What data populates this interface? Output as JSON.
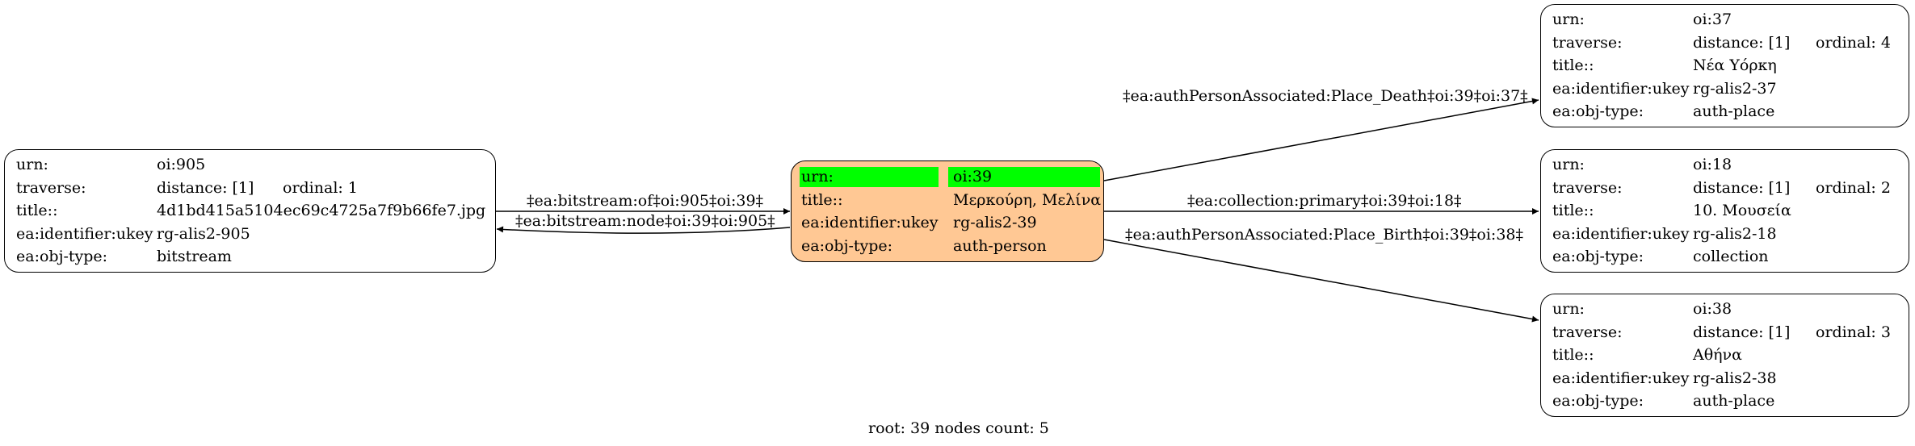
{
  "nodes": {
    "n905": {
      "urn_label": "urn:",
      "urn": "oi:905",
      "traverse_label": "traverse:",
      "distance": "distance: [1]",
      "ordinal": "ordinal: 1",
      "title_label": "title::",
      "title": "4d1bd415a5104ec69c4725a7f9b66fe7.jpg",
      "ukey_label": "ea:identifier:ukey",
      "ukey": "rg-alis2-905",
      "type_label": "ea:obj-type:",
      "type": "bitstream"
    },
    "n39": {
      "urn_label": "urn:",
      "urn": "oi:39",
      "title_label": "title::",
      "title": "Μερκούρη, Μελίνα",
      "ukey_label": "ea:identifier:ukey",
      "ukey": "rg-alis2-39",
      "type_label": "ea:obj-type:",
      "type": "auth-person"
    },
    "n37": {
      "urn_label": "urn:",
      "urn": "oi:37",
      "traverse_label": "traverse:",
      "distance": "distance: [1]",
      "ordinal": "ordinal: 4",
      "title_label": "title::",
      "title": "Νέα Υόρκη",
      "ukey_label": "ea:identifier:ukey",
      "ukey": "rg-alis2-37",
      "type_label": "ea:obj-type:",
      "type": "auth-place"
    },
    "n18": {
      "urn_label": "urn:",
      "urn": "oi:18",
      "traverse_label": "traverse:",
      "distance": "distance: [1]",
      "ordinal": "ordinal: 2",
      "title_label": "title::",
      "title": "10. Μουσεία",
      "ukey_label": "ea:identifier:ukey",
      "ukey": "rg-alis2-18",
      "type_label": "ea:obj-type:",
      "type": "collection"
    },
    "n38": {
      "urn_label": "urn:",
      "urn": "oi:38",
      "traverse_label": "traverse:",
      "distance": "distance: [1]",
      "ordinal": "ordinal: 3",
      "title_label": "title::",
      "title": "Αθήνα",
      "ukey_label": "ea:identifier:ukey",
      "ukey": "rg-alis2-38",
      "type_label": "ea:obj-type:",
      "type": "auth-place"
    }
  },
  "edges": {
    "of": "‡ea:bitstream:of‡oi:905‡oi:39‡",
    "node": "‡ea:bitstream:node‡oi:39‡oi:905‡",
    "death": "‡ea:authPersonAssociated:Place_Death‡oi:39‡oi:37‡",
    "collection": "‡ea:collection:primary‡oi:39‡oi:18‡",
    "birth": "‡ea:authPersonAssociated:Place_Birth‡oi:39‡oi:38‡"
  },
  "footer": "root: 39 nodes count: 5",
  "colors": {
    "root_fill": "#ffc894",
    "highlight": "#00ff00"
  }
}
